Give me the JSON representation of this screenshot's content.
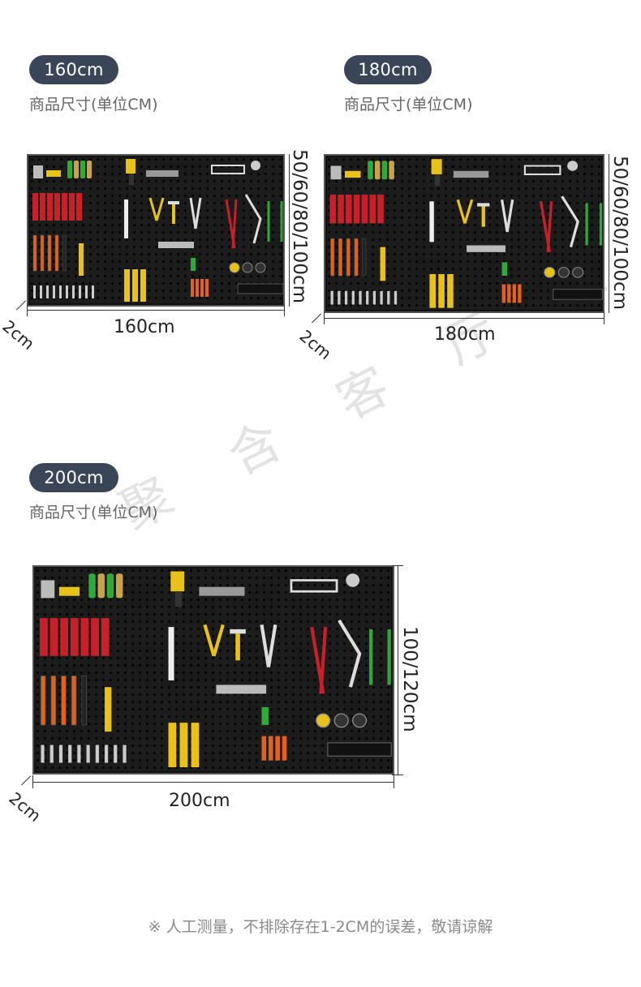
{
  "watermark": "聚 含 客 厅 家 具",
  "sections": [
    {
      "size_label": "160cm",
      "note": "商品尺寸(单位CM)",
      "width_label": "160cm",
      "height_label": "50/60/80/100cm",
      "depth_label": "2cm"
    },
    {
      "size_label": "180cm",
      "note": "商品尺寸(单位CM)",
      "width_label": "180cm",
      "height_label": "50/60/80/100cm",
      "depth_label": "2cm"
    },
    {
      "size_label": "200cm",
      "note": "商品尺寸(单位CM)",
      "width_label": "200cm",
      "height_label": "100/120cm",
      "depth_label": "2cm"
    }
  ],
  "footer": "※ 人工测量，不排除存在1-2CM的误差，敬请谅解",
  "colors": {
    "pill": "#3a4558",
    "board": "#1c1c1c",
    "tool_red": "#c8202a",
    "tool_yellow": "#e8c21a",
    "tool_green": "#2faa3a",
    "tool_orange": "#e2621b"
  }
}
